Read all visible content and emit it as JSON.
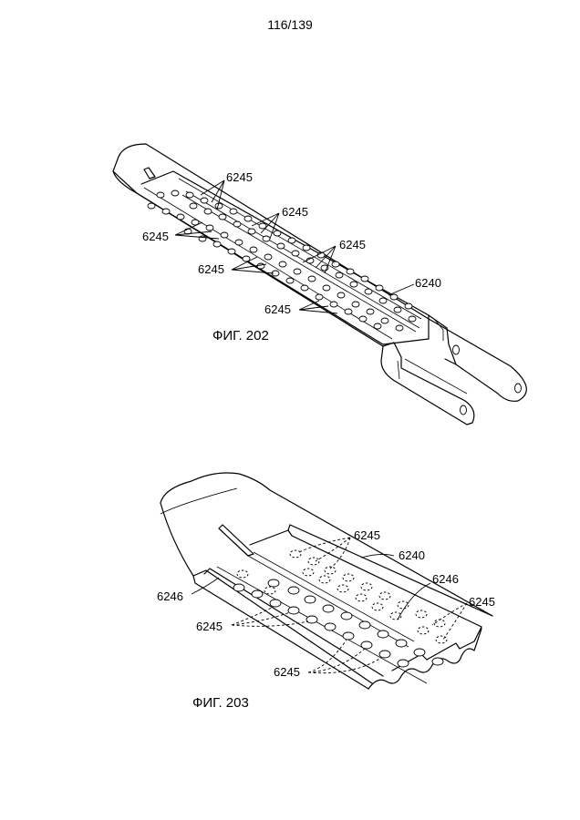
{
  "page": {
    "number": "116/139"
  },
  "figure_202": {
    "caption": "ФИГ. 202",
    "labels": {
      "body": "6240",
      "holes": "6245"
    }
  },
  "figure_203": {
    "caption": "ФИГ. 203",
    "labels": {
      "body": "6240",
      "holes": "6245",
      "layer": "6246"
    }
  }
}
